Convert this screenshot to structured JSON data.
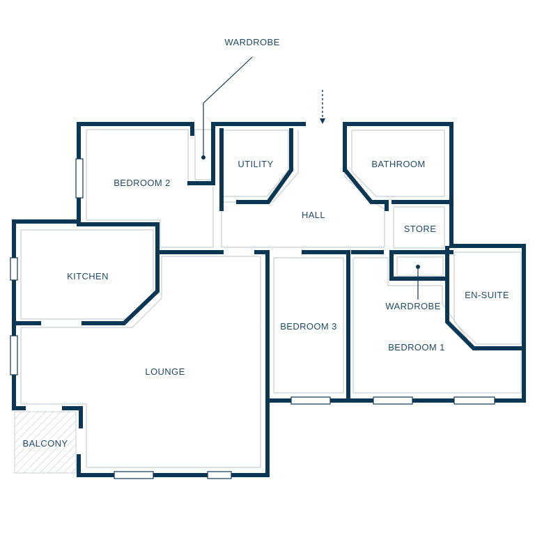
{
  "rooms": {
    "bedroom2": "BEDROOM 2",
    "utility": "UTILITY",
    "bathroom": "BATHROOM",
    "hall": "HALL",
    "store": "STORE",
    "kitchen": "KITCHEN",
    "lounge": "LOUNGE",
    "bedroom3": "BEDROOM 3",
    "bedroom1": "BEDROOM 1",
    "ensuite": "EN-SUITE",
    "balcony": "BALCONY"
  },
  "annotations": {
    "wardrobe_top": "WARDROBE",
    "wardrobe_right": "WARDROBE"
  },
  "colors": {
    "wall": "#0c3754",
    "text": "#1f4b69",
    "inner_line": "#c9cfd4"
  },
  "icons": {
    "entrance": "dashed-down-arrow-icon"
  }
}
